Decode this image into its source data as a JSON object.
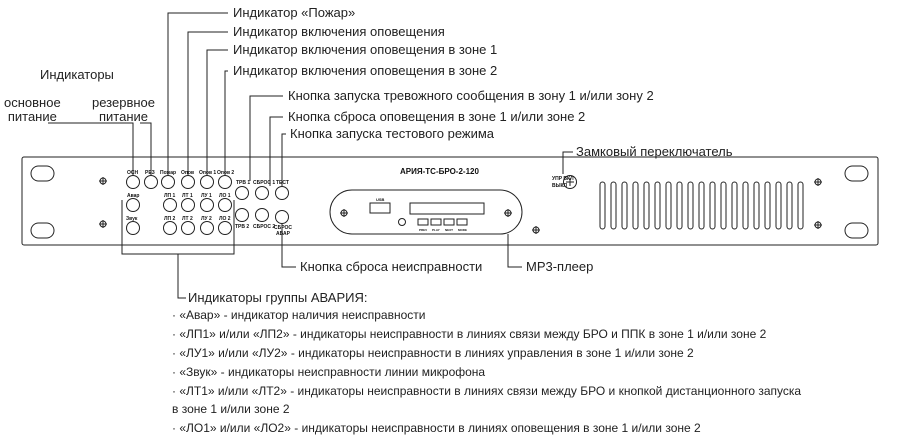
{
  "callouts": {
    "fire": "Индикатор «Пожар»",
    "alert_on": "Индикатор включения оповещения",
    "alert_zone1": "Индикатор включения оповещения в зоне 1",
    "alert_zone2": "Индикатор включения оповещения в зоне 2",
    "indicators": "Индикаторы",
    "main_power": "основное\nпитание",
    "reserve_power": "резервное\nпитание",
    "btn_alarm_msg": "Кнопка запуска тревожного сообщения в зону 1 и/или зону 2",
    "btn_reset_alert": "Кнопка сброса оповещения в зоне 1 и/или зоне 2",
    "btn_test": "Кнопка запуска тестового режима",
    "key_switch": "Замковый переключатель",
    "btn_fault_reset": "Кнопка сброса неисправности",
    "mp3": "MP3-плеер"
  },
  "device": {
    "model": "АРИЯ-ТС-БРО-2-120",
    "top_row": [
      "ОСН",
      "РЕЗ",
      "Пожар",
      "Опов",
      "Опов 1",
      "Опов 2"
    ],
    "avar": "Авар",
    "zvuk": "Звук",
    "row2": [
      "ЛП 1",
      "ЛТ 1",
      "ЛУ 1",
      "ЛО 1"
    ],
    "row3": [
      "ЛП 2",
      "ЛТ 2",
      "ЛУ 2",
      "ЛО 2"
    ],
    "trv1": "ТРВ 1",
    "trv2": "ТРВ 2",
    "sbros1": "СБРОС 1",
    "sbros2": "СБРОС 2",
    "test": "ТЕСТ",
    "sbros_avar": "СБРОС\nАВАР",
    "key_upr": "УПР ВКЛ",
    "key_off": "ВЫКЛ",
    "usb": "USB",
    "mp3_buttons": [
      "PREV",
      "PLAY",
      "NEXT",
      "MODE"
    ]
  },
  "fault_group": {
    "title": "Индикаторы группы АВАРИЯ:",
    "items": [
      "· «Авар» - индикатор наличия неисправности",
      "· «ЛП1» и/или «ЛП2» - индикаторы неисправности в линиях связи между БРО и ППК в зоне 1 и/или зоне 2",
      "· «ЛУ1» и/или «ЛУ2» - индикаторы неисправности в линиях управления в зоне 1 и/или зоне 2",
      "· «Звук» - индикаторы неисправности линии микрофона",
      "· «ЛТ1» и/или «ЛТ2» - индикаторы неисправности в линиях связи между БРО и кнопкой дистанционного запуска",
      "в зоне 1 и/или зоне 2",
      "· «ЛО1» и/или «ЛО2» - индикаторы неисправности в линиях оповещения в зоне 1  и/или зоне 2"
    ]
  }
}
